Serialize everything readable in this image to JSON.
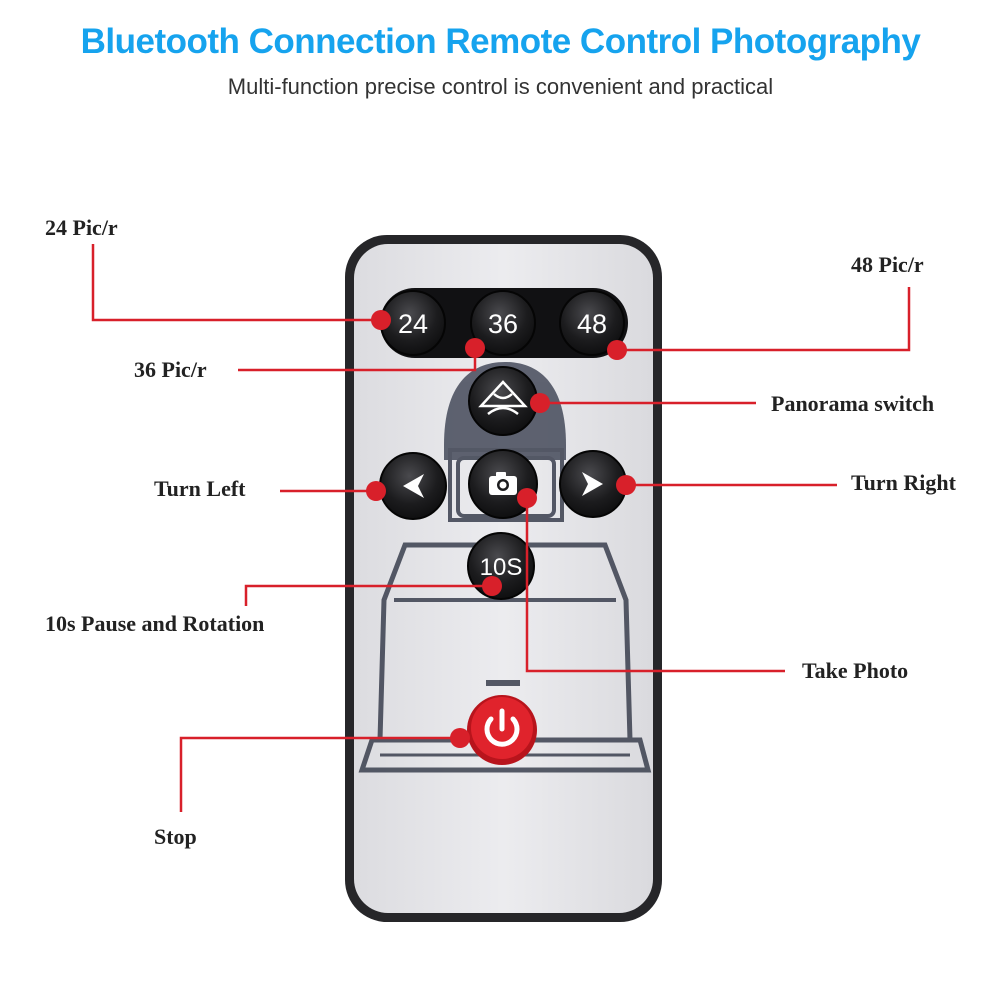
{
  "header": {
    "title": "Bluetooth Connection Remote Control Photography",
    "subtitle": "Multi-function precise control is convenient and practical"
  },
  "colors": {
    "title": "#16a3ee",
    "callout": "#d8202a",
    "remote_body": "#e6e6ea",
    "remote_border": "#2a2a2e",
    "button": "#1a1a1c",
    "power_button": "#d8202a"
  },
  "remote": {
    "buttons": {
      "b24": "24",
      "b36": "36",
      "b48": "48",
      "b10s": "10S"
    },
    "icons": {
      "panorama": "panorama-icon",
      "left": "arrow-left-icon",
      "right": "arrow-right-icon",
      "camera": "camera-icon",
      "power": "power-icon"
    }
  },
  "labels": {
    "p24": "24 Pic/r",
    "p48": "48 Pic/r",
    "p36": "36 Pic/r",
    "panorama": "Panorama switch",
    "turn_left": "Turn Left",
    "turn_right": "Turn Right",
    "pause": "10s Pause and Rotation",
    "take_photo": "Take Photo",
    "stop": "Stop"
  }
}
